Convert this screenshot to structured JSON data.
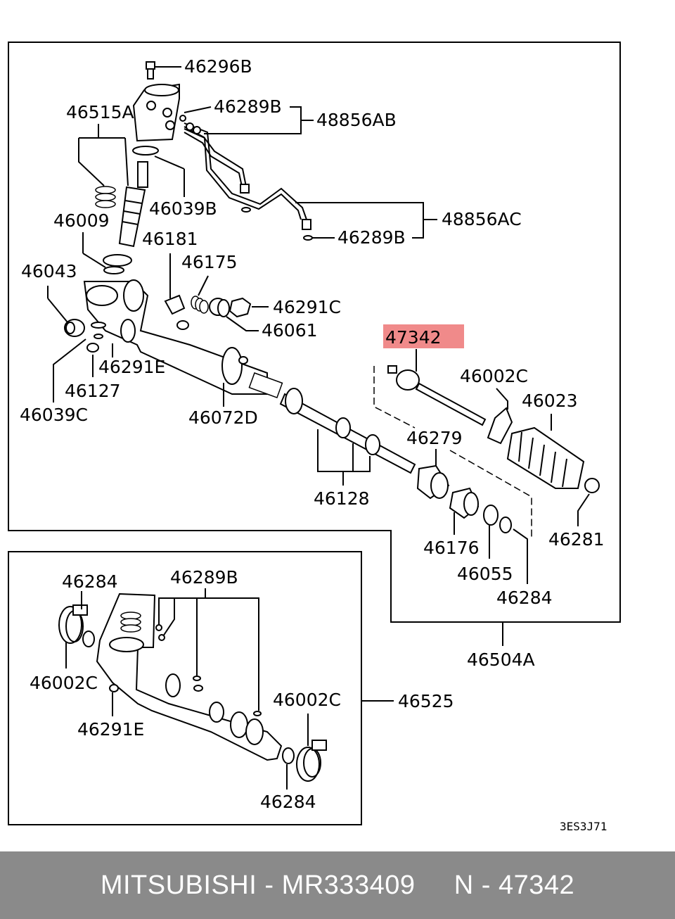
{
  "labels": {
    "l46296B": "46296B",
    "l46289B_top": "46289B",
    "l48856AB": "48856AB",
    "l46515A": "46515A",
    "l46039B": "46039B",
    "l48856AC": "48856AC",
    "l46289B_mid": "46289B",
    "l46009": "46009",
    "l46181": "46181",
    "l46175": "46175",
    "l46043": "46043",
    "l46291C": "46291C",
    "l46061": "46061",
    "l47342": "47342",
    "l46291E_top": "46291E",
    "l46127": "46127",
    "l46039C": "46039C",
    "l46072D": "46072D",
    "l46002C_top": "46002C",
    "l46023": "46023",
    "l46279": "46279",
    "l46128": "46128",
    "l46176": "46176",
    "l46281": "46281",
    "l46055": "46055",
    "l46284_right": "46284",
    "l46504A": "46504A",
    "l46284_lowleft": "46284",
    "l46289B_low": "46289B",
    "l46002C_lowleft": "46002C",
    "l46525": "46525",
    "l46002C_lowright": "46002C",
    "l46291E_low": "46291E",
    "l46284_lowbottom": "46284"
  },
  "highlight_color": "#f08a8a",
  "diagram_code": "3ES3J71",
  "footer": {
    "text": "MITSUBISHI - MR333409     N - 47342",
    "background": "#8a8a8a"
  }
}
